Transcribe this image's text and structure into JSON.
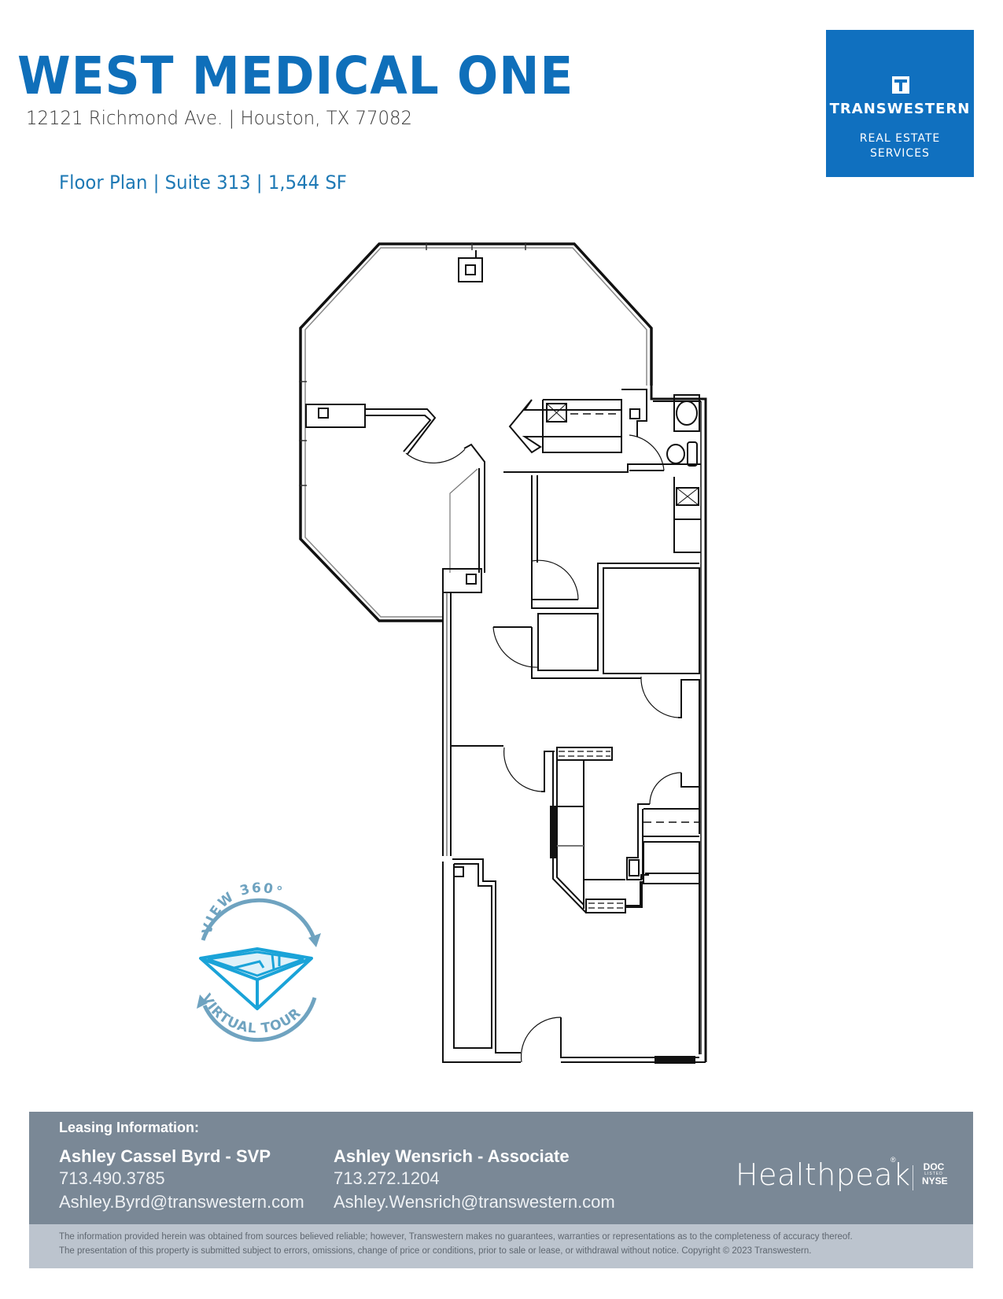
{
  "header": {
    "title": "WEST MEDICAL ONE",
    "address": "12121 Richmond Ave. | Houston, TX 77082",
    "subtitle": "Floor Plan | Suite 313 | 1,544 SF"
  },
  "logo": {
    "icon": "transwestern-t-icon",
    "name": "TRANSWESTERN",
    "tagline_line1": "REAL ESTATE",
    "tagline_line2": "SERVICES",
    "background_color": "#1070BF"
  },
  "floor_plan": {
    "suite": "Suite 313",
    "area": "1,544 SF"
  },
  "virtual_tour_badge": {
    "top_text": "VIEW 360°",
    "bottom_text": "VIRTUAL TOUR",
    "ring_color": "#6FA3C0",
    "icon_color": "#1AA3D8"
  },
  "footer": {
    "leasing_label": "Leasing Information:",
    "contacts": [
      {
        "name": "Ashley Cassel Byrd - SVP",
        "phone": "713.490.3785",
        "email": "Ashley.Byrd@transwestern.com"
      },
      {
        "name": "Ashley  Wensrich - Associate",
        "phone": "713.272.1204",
        "email": "Ashley.Wensrich@transwestern.com"
      }
    ],
    "partner_logo": {
      "name": "Healthpeak",
      "registered": "®",
      "ticker": "DOC",
      "listed": "LISTED",
      "exchange": "NYSE"
    },
    "disclaimer_line1": "The information provided herein was obtained from sources believed reliable; however, Transwestern makes no guarantees, warranties or representations as to the completeness of accuracy thereof.",
    "disclaimer_line2": "The presentation of this property is submitted subject to errors, omissions, change of price or conditions, prior to sale or lease, or withdrawal without notice. Copyright © 2023 Transwestern."
  }
}
